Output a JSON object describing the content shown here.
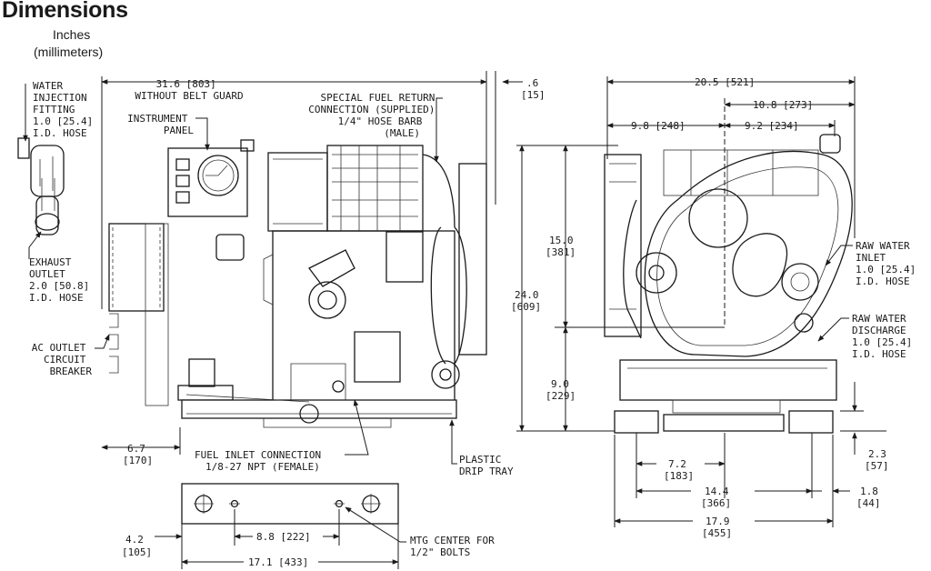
{
  "header": {
    "title": "Dimensions",
    "units_line1": "Inches",
    "units_line2": "(millimeters)"
  },
  "side_view": {
    "water_injection": [
      "WATER",
      "INJECTION",
      "FITTING",
      "1.0 [25.4]",
      "I.D. HOSE"
    ],
    "overall_length": [
      "31.6 [803]",
      "WITHOUT BELT GUARD"
    ],
    "instrument_panel": [
      "INSTRUMENT",
      "PANEL"
    ],
    "fuel_return": [
      "SPECIAL FUEL RETURN",
      "CONNECTION (SUPPLIED)",
      "1/4\" HOSE BARB",
      "(MALE)"
    ],
    "offset_right": [
      ".6",
      "[15]"
    ],
    "exhaust_outlet": [
      "EXHAUST",
      "OUTLET",
      "2.0 [50.8]",
      "I.D. HOSE"
    ],
    "ac_outlet": [
      "AC OUTLET",
      "CIRCUIT",
      "BREAKER"
    ],
    "front_offset": [
      "6.7",
      "[170]"
    ],
    "fuel_inlet": [
      "FUEL INLET CONNECTION",
      "1/8-27 NPT (FEMALE)"
    ],
    "drip_tray": [
      "PLASTIC",
      "DRIP TRAY"
    ]
  },
  "base_view": {
    "edge_offset": [
      "4.2",
      "[105]"
    ],
    "hole_spacing": "8.8 [222]",
    "base_length": "17.1 [433]",
    "mtg_center": [
      "MTG CENTER FOR",
      "1/2\" BOLTS"
    ]
  },
  "end_view": {
    "overall_width": "20.5 [521]",
    "right_width": "10.8 [273]",
    "left_offset": "9.8 [248]",
    "right_offset": "9.2 [234]",
    "upper_height": [
      "15.0",
      "[381]"
    ],
    "overall_height": [
      "24.0",
      "[609]"
    ],
    "lower_height": [
      "9.0",
      "[229]"
    ],
    "raw_water_inlet": [
      "RAW WATER",
      "INLET",
      "1.0 [25.4]",
      "I.D. HOSE"
    ],
    "raw_water_discharge": [
      "RAW WATER",
      "DISCHARGE",
      "1.0 [25.4]",
      "I.D. HOSE"
    ],
    "mount_offset": [
      "7.2",
      "[183]"
    ],
    "mount_spacing": [
      "14.4",
      "[366]"
    ],
    "base_width": [
      "17.9",
      "[455]"
    ],
    "foot_height": [
      "2.3",
      "[57]"
    ],
    "foot_offset": [
      "1.8",
      "[44]"
    ]
  }
}
